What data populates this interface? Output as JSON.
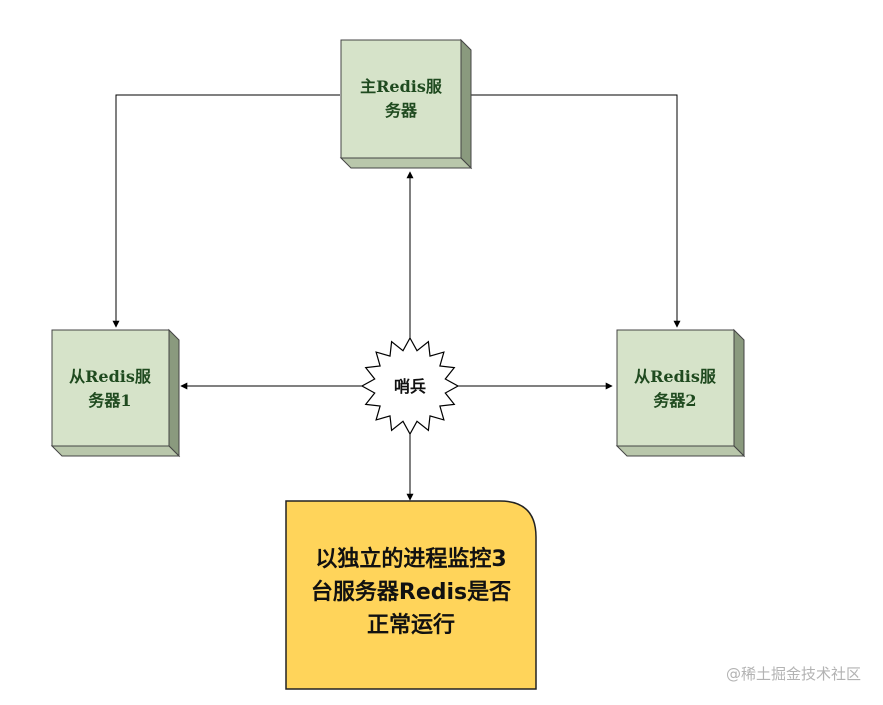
{
  "colors": {
    "box_fill": "#d6e3c9",
    "box_side": "#8a9a7e",
    "box_top": "#b9c7ab",
    "box_text": "#1f4a1f",
    "note_fill": "#ffd45a",
    "line": "#000000"
  },
  "nodes": {
    "master": {
      "line1": "主Redis服",
      "line2": "务器"
    },
    "slave1": {
      "line1": "从Redis服",
      "line2": "务器1"
    },
    "slave2": {
      "line1": "从Redis服",
      "line2": "务器2"
    },
    "sentinel": {
      "label": "哨兵"
    }
  },
  "note": {
    "line1": "以独立的进程监控3",
    "line2": "台服务器Redis是否",
    "line3": "正常运行"
  },
  "watermark": "@稀土掘金技术社区"
}
